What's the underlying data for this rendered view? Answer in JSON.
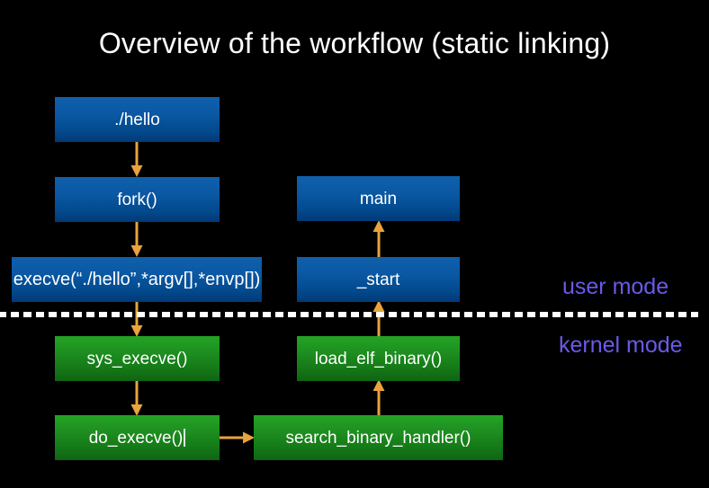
{
  "slide": {
    "title": "Overview of the workflow (static linking)",
    "background_color": "#000000",
    "title_color": "#ffffff"
  },
  "colors": {
    "user_box_top": "#1060ab",
    "user_box_bottom": "#013a76",
    "kernel_box_top": "#25a325",
    "kernel_box_bottom": "#0f6412",
    "arrow": "#e8a33d",
    "divider": "#ffffff",
    "mode_label": "#6a5ae8"
  },
  "nodes": {
    "hello": "./hello",
    "fork": "fork()",
    "execve": "execve(“./hello”,*argv[],*envp[])",
    "sys_execve": "sys_execve()",
    "do_execve": "do_execve()",
    "search_binary_handler": "search_binary_handler()",
    "load_elf_binary": "load_elf_binary()",
    "start": "_start",
    "main": "main"
  },
  "modes": {
    "user": "user mode",
    "kernel": "kernel mode"
  }
}
